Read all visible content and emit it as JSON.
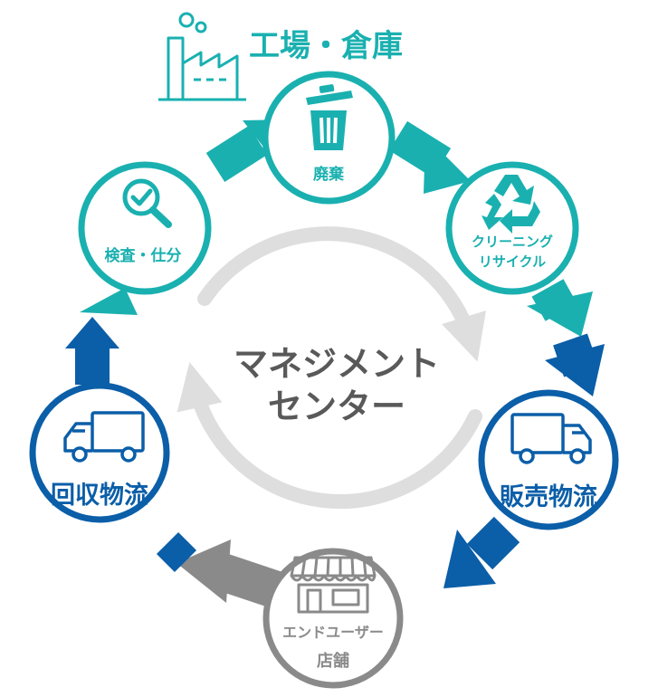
{
  "header": {
    "title": "工場・倉庫",
    "icon": "factory-icon",
    "color": "#1ab0b0"
  },
  "center": {
    "line1": "マネジメント",
    "line2": "センター",
    "color": "#595959",
    "ring_color": "#dedede"
  },
  "colors": {
    "teal": "#1ab0b0",
    "blue": "#0b5ea8",
    "gray": "#8a8a8a"
  },
  "nodes": {
    "haiki": {
      "label": "廃棄",
      "icon": "trash-can-icon"
    },
    "cleaning": {
      "line1": "クリーニング",
      "line2": "リサイクル",
      "icon": "recycle-icon"
    },
    "hanbai": {
      "label": "販売物流",
      "icon": "truck-icon"
    },
    "enduser": {
      "line1": "エンドユーザー",
      "line2": "店舗",
      "icon": "storefront-icon"
    },
    "kaishu": {
      "label": "回収物流",
      "icon": "truck-icon"
    },
    "kensa": {
      "label": "検査・仕分",
      "icon": "magnifier-check-icon"
    }
  }
}
